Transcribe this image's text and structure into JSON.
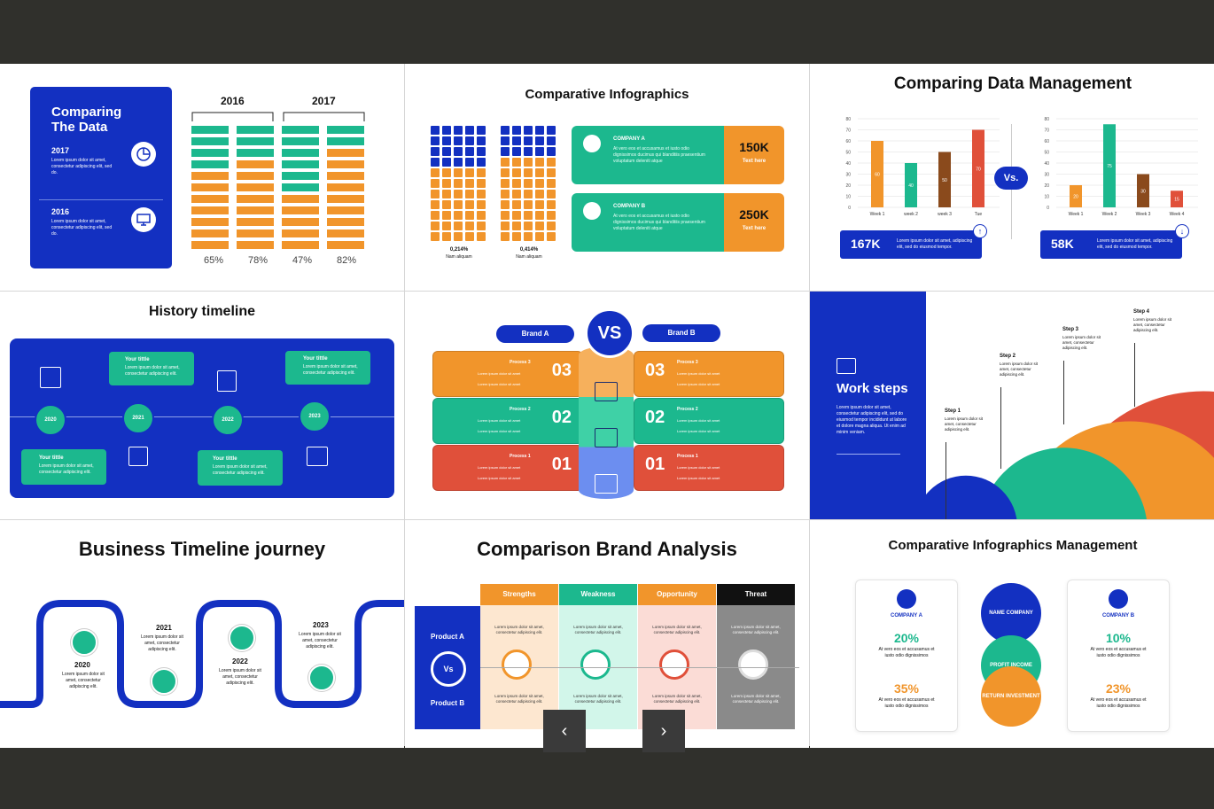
{
  "colors": {
    "blue": "#1330c1",
    "green": "#1cb88e",
    "orange": "#f1952b",
    "red": "#e0503a",
    "brown": "#8a4a1c",
    "dark": "#30302c"
  },
  "t1": {
    "title_line1": "Comparing",
    "title_line2": "The Data",
    "y1": "2017",
    "y2": "2016",
    "lorem1": "Lorem ipsum dolor sit amet, consectetur adipiscing elit, sed do.",
    "lorem2": "Lorem ipsum dolor sit amet, consectetur adipiscing elit, sed do.",
    "yearA": "2016",
    "yearB": "2017",
    "pcts": [
      "65%",
      "78%",
      "47%",
      "82%"
    ],
    "bars_green": [
      4,
      3,
      6,
      2
    ],
    "icon1": "chart-icon",
    "icon2": "monitor-icon"
  },
  "t2": {
    "title": "Comparative Infographics",
    "v1": "0,214%",
    "c1": "Nam aliquam",
    "v2": "0,414%",
    "c2": "Nam aliquam",
    "compA": "COMPANY A",
    "compB": "COMPANY B",
    "lorem": "At vero eos et accusamus et iusto odio dignissimos ducimus qui blanditiis praesentium voluptatum deleniti atque",
    "statA": "150K",
    "statB": "250K",
    "statsub": "Text here"
  },
  "t3": {
    "title": "Comparing Data Management",
    "vs": "Vs.",
    "ticks": [
      "80",
      "70",
      "60",
      "50",
      "40",
      "30",
      "20",
      "10",
      "0"
    ],
    "left": {
      "labels": [
        "Week 1",
        "week 2",
        "week 3",
        "Tue"
      ],
      "values": [
        60,
        40,
        50,
        70
      ]
    },
    "right": {
      "labels": [
        "Week 1",
        "Week 2",
        "Week 3",
        "Week 4"
      ],
      "values": [
        20,
        75,
        30,
        15
      ]
    },
    "stat1": "167K",
    "stat2": "58K",
    "lorem": "Lorem ipsum dolor sit amet, adipiscing elit, sed do eiusmod tempor."
  },
  "t4": {
    "title": "History timeline",
    "years": [
      "2020",
      "2021",
      "2022",
      "2023"
    ],
    "box_title": "Your tittle",
    "box_text": "Lorem ipsum dolor sit amet, consectetur adipiscing elit."
  },
  "t5": {
    "brandA": "Brand A",
    "brandB": "Brand B",
    "vs": "VS",
    "rows": [
      {
        "num": "03",
        "label": "Process 3"
      },
      {
        "num": "02",
        "label": "Process 2"
      },
      {
        "num": "01",
        "label": "Process 1"
      }
    ],
    "lorem": "Lorem ipsum dolor sit amet"
  },
  "t6": {
    "title": "Work steps",
    "intro": "Lorem ipsum dolor sit amet, consectetur adipiscing elit, sed do eiusmod tempor incididunt ut labore et dolore magna aliqua. Ut enim ad minim veniam.",
    "steps": [
      {
        "label": "Step 1",
        "text": "Lorem ipsum dolor sit amet, consectetur adipiscing elit."
      },
      {
        "label": "Step 2",
        "text": "Lorem ipsum dolor sit amet, consectetur adipiscing elit."
      },
      {
        "label": "Step 3",
        "text": "Lorem ipsum dolor sit amet, consectetur adipiscing elit."
      },
      {
        "label": "Step 4",
        "text": "Lorem ipsum dolor sit amet, consectetur adipiscing elit."
      }
    ]
  },
  "t7": {
    "title": "Business Timeline journey",
    "years": [
      "2020",
      "2021",
      "2022",
      "2023"
    ],
    "lorem": "Lorem ipsum dolor sit amet, consectetur adipiscing elit."
  },
  "t8": {
    "title": "Comparison Brand Analysis",
    "productA": "Product A",
    "productB": "Product B",
    "vs": "Vs",
    "cols": [
      "Strengths",
      "Weakness",
      "Opportunity",
      "Threat"
    ],
    "lorem": "Lorem ipsum dolor sit amet, consectetur adipiscing elit."
  },
  "t9": {
    "title": "Comparative Infographics Management",
    "compA": "COMPANY A",
    "compB": "COMPANY B",
    "a1": "20%",
    "a2": "35%",
    "b1": "10%",
    "b2": "23%",
    "lorem": "At vero eos et accusamus et iusto odio dignissimos",
    "c1": "NAME COMPANY",
    "c2": "PROFIT INCOME",
    "c3": "RETURN INVESTMENT"
  },
  "nav": {
    "prev": "‹",
    "next": "›"
  }
}
